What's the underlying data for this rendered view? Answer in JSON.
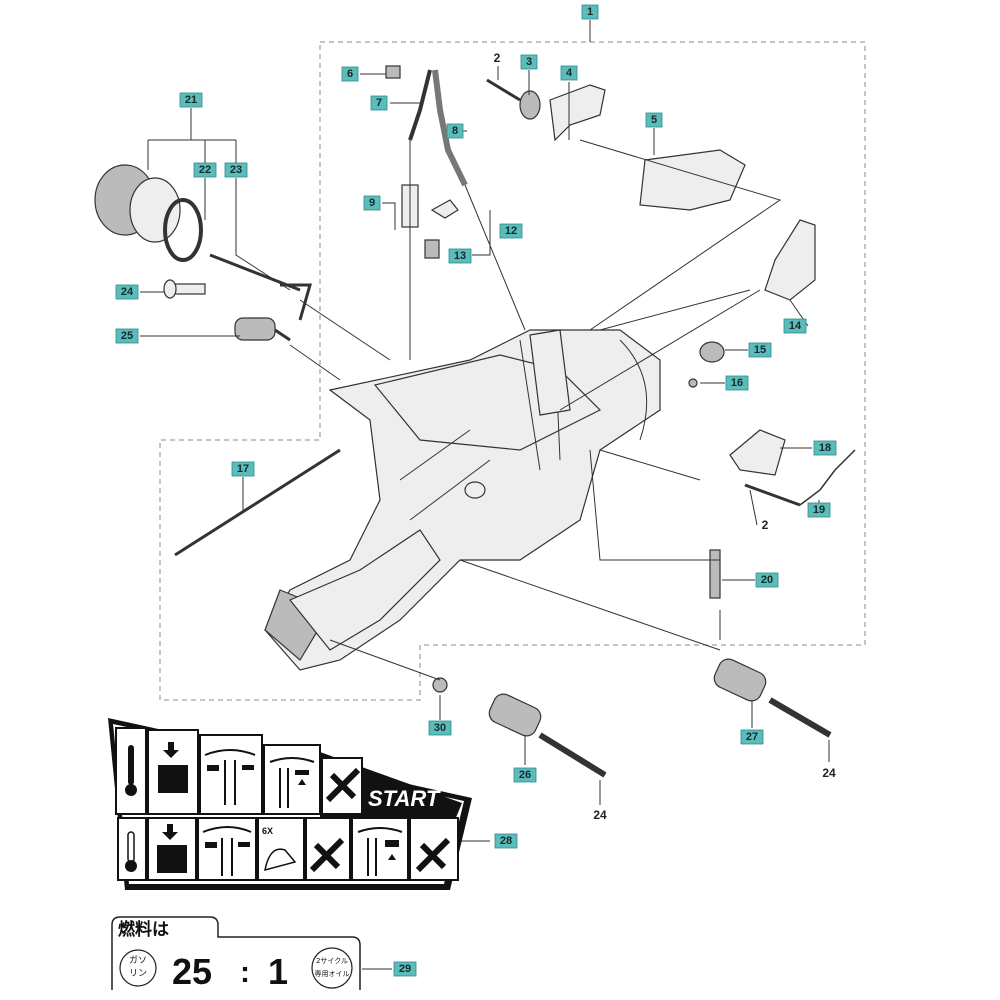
{
  "callouts": {
    "c1": "1",
    "c2a": "2",
    "c3": "3",
    "c4": "4",
    "c5": "5",
    "c6": "6",
    "c7": "7",
    "c8": "8",
    "c9": "9",
    "c12": "12",
    "c13": "13",
    "c14": "14",
    "c15": "15",
    "c16": "16",
    "c17": "17",
    "c18": "18",
    "c19": "19",
    "c2b": "2",
    "c20": "20",
    "c21": "21",
    "c22": "22",
    "c23": "23",
    "c24a": "24",
    "c25": "25",
    "c30": "30",
    "c26": "26",
    "c27": "27",
    "c24b": "24",
    "c24c": "24",
    "c28": "28",
    "c29": "29"
  },
  "decal": {
    "start_text": "START",
    "count_text": "6X"
  },
  "fuel_label": {
    "heading": "燃料は",
    "gasoline": [
      "ガソ",
      "リン"
    ],
    "ratio_left": "25",
    "ratio_sep": ":",
    "ratio_right": "1",
    "oil": [
      "2サイクル",
      "専用オイル"
    ]
  },
  "colors": {
    "callout_bg": "#5bbcbc"
  }
}
